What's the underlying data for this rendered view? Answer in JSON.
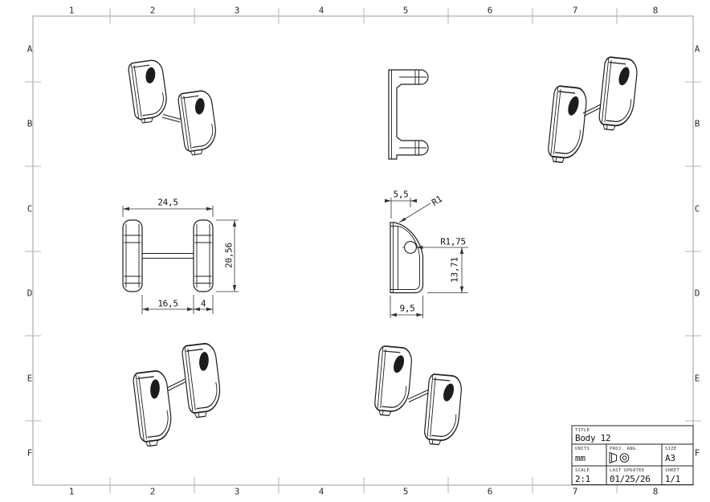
{
  "grid": {
    "cols": [
      "1",
      "2",
      "3",
      "4",
      "5",
      "6",
      "7",
      "8"
    ],
    "rows": [
      "A",
      "B",
      "C",
      "D",
      "E",
      "F"
    ]
  },
  "drawing": {
    "front_view": {
      "overall_width": "24,5",
      "height": "20,56",
      "inner_span": "16,5",
      "body_thickness": "4"
    },
    "side_view": {
      "top_width": "5,5",
      "corner_radius": "R1",
      "hole_radius": "R1,75",
      "hole_to_base": "13,71",
      "depth": "9,5"
    }
  },
  "title_block": {
    "title_label": "TITLE",
    "title_value": "Body 12",
    "units_label": "UNITS",
    "units_value": "mm",
    "proj_ang_label": "PROJ. ANG.",
    "proj_ang_icon": "third-angle-projection-icon",
    "size_label": "SIZE",
    "size_value": "A3",
    "scale_label": "SCALE",
    "scale_value": "2:1",
    "last_updated_label": "LAST UPDATED",
    "last_updated_value": "01/25/26",
    "sheet_label": "SHEET",
    "sheet_value": "1/1"
  },
  "colors": {
    "line": "#1f1f1f",
    "dim_line": "#333333",
    "frame": "#9c9c9c",
    "tick": "#b5b5b5",
    "hole_fill": "#1c1c1c",
    "background": "#ffffff"
  }
}
